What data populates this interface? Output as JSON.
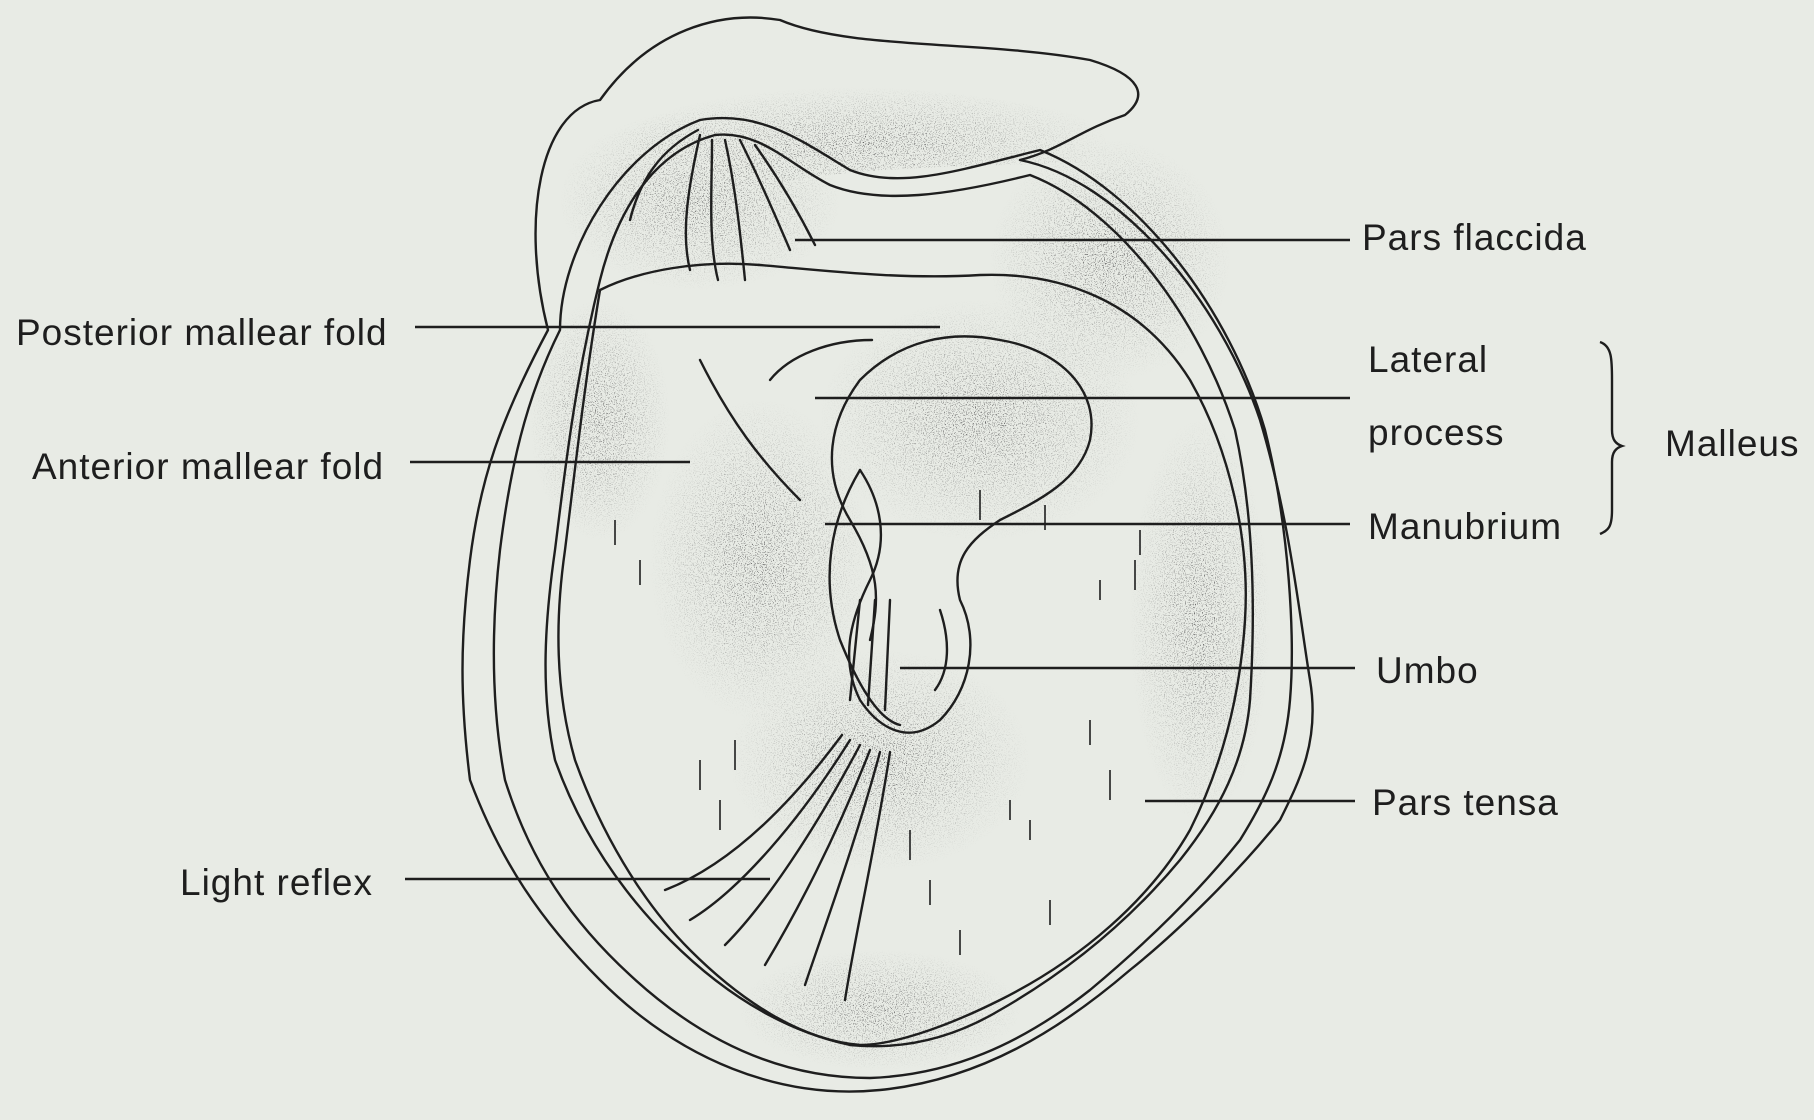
{
  "labels": {
    "pars_flaccida": "Pars flaccida",
    "posterior_mallear_fold": "Posterior mallear fold",
    "anterior_mallear_fold": "Anterior mallear fold",
    "lateral_process_line1": "Lateral",
    "lateral_process_line2": "process",
    "malleus": "Malleus",
    "manubrium": "Manubrium",
    "umbo": "Umbo",
    "pars_tensa": "Pars tensa",
    "light_reflex": "Light reflex"
  },
  "colors": {
    "background": "#e8ebe5",
    "ink": "#1e1e1e"
  }
}
